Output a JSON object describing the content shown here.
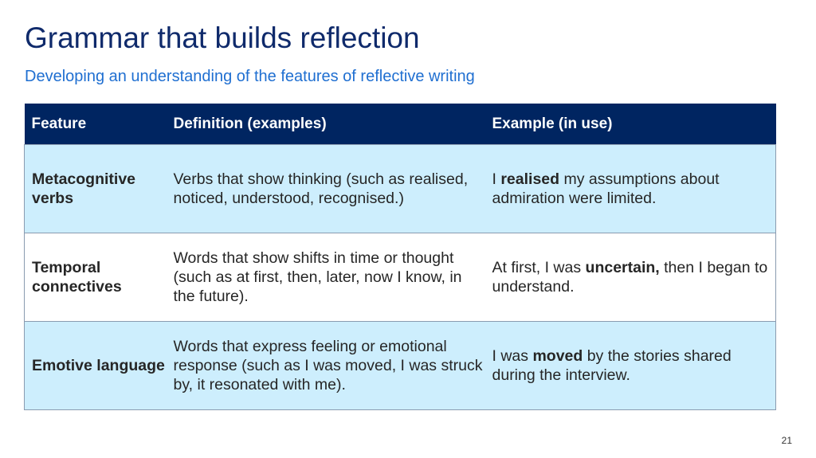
{
  "slide": {
    "title": "Grammar that builds reflection",
    "subtitle": "Developing an understanding of the features of reflective writing",
    "page_number": "21"
  },
  "table": {
    "headers": [
      "Feature",
      "Definition (examples)",
      "Example (in use)"
    ],
    "rows": [
      {
        "feature": "Metacognitive verbs",
        "definition": "Verbs that show thinking (such as realised, noticed, understood, recognised.)",
        "example_pre": "I ",
        "example_bold": "realised",
        "example_post": " my assumptions about admiration were limited."
      },
      {
        "feature": "Temporal connectives",
        "definition": "Words that show shifts in time or thought (such as at first, then, later, now I know, in the future).",
        "example_pre": "At first, I was ",
        "example_bold": "uncertain,",
        "example_post": " then I began to understand."
      },
      {
        "feature": "Emotive language",
        "definition": "Words that express feeling or emotional response (such as I was moved, I was struck by, it resonated with me).",
        "example_pre": "I was ",
        "example_bold": "moved",
        "example_post": " by the stories shared during the interview."
      }
    ]
  },
  "colors": {
    "title": "#0f2a6b",
    "subtitle": "#1f6fd1",
    "header_bg": "#002561",
    "row_shade": "#cdeefd"
  }
}
